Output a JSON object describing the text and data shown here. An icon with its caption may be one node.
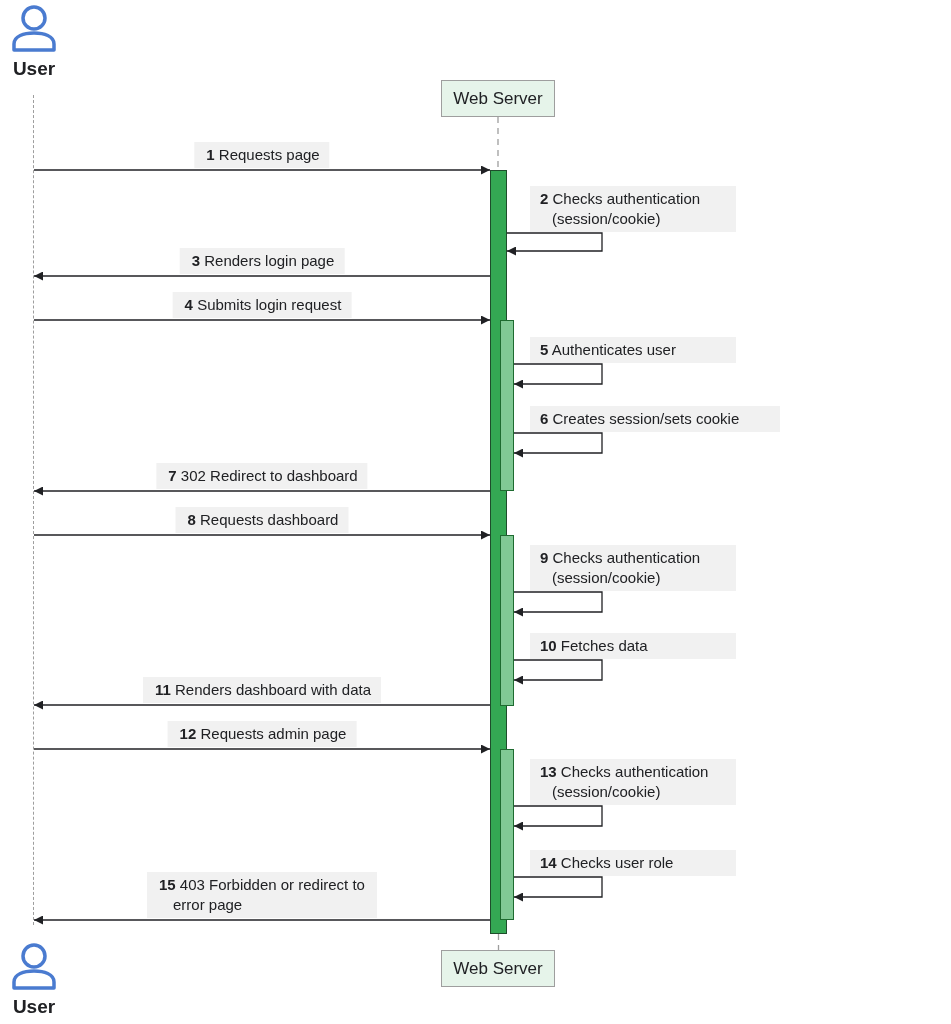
{
  "diagram": {
    "nodes": [
      {
        "text": [
          "User"
        ]
      },
      {
        "text": [
          "Web Server"
        ]
      },
      {
        "text": [],
        "shape": "line"
      },
      {
        "text": [],
        "shape": "bar"
      },
      {
        "text": [],
        "shape": "bar"
      },
      {
        "text": [],
        "shape": "bar"
      },
      {
        "text": [],
        "shape": "bar"
      },
      {
        "text": [
          "Web Server"
        ]
      },
      {
        "text": [
          "User"
        ]
      }
    ],
    "edges": [
      {
        "from": 1,
        "to": 3,
        "arrow": "none",
        "style": "dashed",
        "color": "#9e9e9e"
      },
      {
        "from": 2,
        "to": 3,
        "arrow": "to",
        "label": "**1** Requests page"
      },
      {
        "from": 3,
        "to": 3,
        "arrow": "to",
        "label": "**2** Checks authentication (session/cookie)"
      },
      {
        "from": 3,
        "to": 2,
        "arrow": "to",
        "label": "**3** Renders login page"
      },
      {
        "from": 2,
        "to": 3,
        "arrow": "to",
        "label": "**4** Submits login request"
      },
      {
        "from": 4,
        "to": 4,
        "arrow": "to",
        "label": "**5** Authenticates user"
      },
      {
        "from": 4,
        "to": 4,
        "arrow": "to",
        "label": "**6** Creates session/sets cookie"
      },
      {
        "from": 3,
        "to": 2,
        "arrow": "to",
        "label": "**7** 302 Redirect to dashboard"
      },
      {
        "from": 2,
        "to": 3,
        "arrow": "to",
        "label": "**8** Requests dashboard"
      },
      {
        "from": 5,
        "to": 5,
        "arrow": "to",
        "label": "**9** Checks authentication (session/cookie)"
      },
      {
        "from": 5,
        "to": 5,
        "arrow": "to",
        "label": "**10** Fetches data"
      },
      {
        "from": 3,
        "to": 2,
        "arrow": "to",
        "label": "**11** Renders dashboard with data"
      },
      {
        "from": 2,
        "to": 3,
        "arrow": "to",
        "label": "**12** Requests admin page"
      },
      {
        "from": 6,
        "to": 6,
        "arrow": "to",
        "label": "**13** Checks authentication (session/cookie)"
      },
      {
        "from": 6,
        "to": 6,
        "arrow": "to",
        "label": "**14** Checks user role"
      },
      {
        "from": 3,
        "to": 2,
        "arrow": "to",
        "label": "**15** 403 Forbidden or redirect to error page"
      },
      {
        "from": 3,
        "to": 7,
        "arrow": "none",
        "style": "dashed",
        "color": "#9e9e9e"
      }
    ]
  }
}
